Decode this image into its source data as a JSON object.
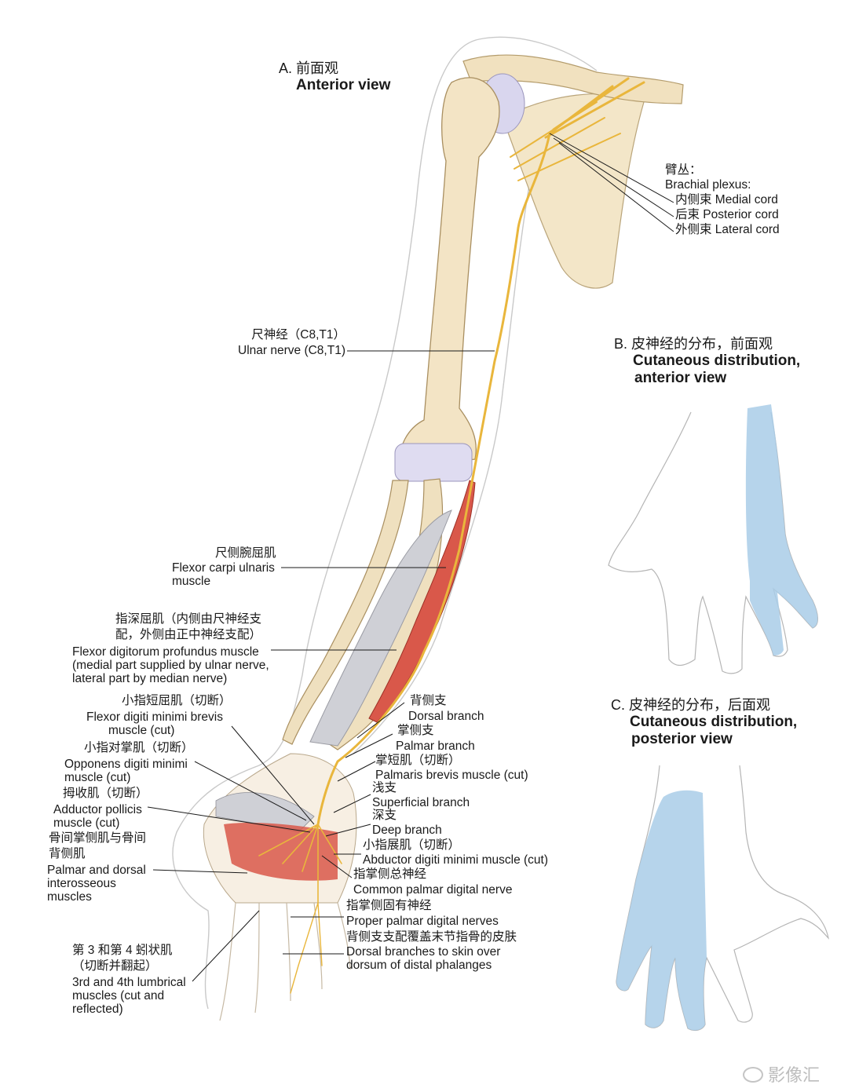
{
  "panel_a": {
    "title_zh": "A. 前面观",
    "title_en": "Anterior view"
  },
  "panel_b": {
    "title_zh": "B. 皮神经的分布，前面观",
    "title_en_1": "Cutaneous distribution,",
    "title_en_2": "anterior view"
  },
  "panel_c": {
    "title_zh": "C. 皮神经的分布，后面观",
    "title_en_1": "Cutaneous distribution,",
    "title_en_2": "posterior view"
  },
  "brachial": {
    "title_zh": "臂丛：",
    "title_en": "Brachial plexus:",
    "medial": "内侧束 Medial cord",
    "posterior": "后束 Posterior cord",
    "lateral": "外侧束 Lateral cord"
  },
  "ulnar": {
    "zh": "尺神经（C8,T1）",
    "en": "Ulnar nerve (C8,T1)"
  },
  "fcu": {
    "zh": "尺侧腕屈肌",
    "en1": "Flexor carpi ulnaris",
    "en2": "muscle"
  },
  "fdp": {
    "zh1": "指深屈肌（内侧由尺神经支",
    "zh2": "配，外侧由正中神经支配）",
    "en1": "Flexor digitorum profundus muscle",
    "en2": "(medial part supplied by ulnar nerve,",
    "en3": "lateral part by median nerve)"
  },
  "fdmb": {
    "zh": "小指短屈肌（切断）",
    "en1": "Flexor digiti minimi brevis",
    "en2": "muscle (cut)"
  },
  "odm": {
    "zh": "小指对掌肌（切断）",
    "en1": "Opponens digiti minimi",
    "en2": "muscle (cut)"
  },
  "ap": {
    "zh": "拇收肌（切断）",
    "en1": "Adductor pollicis",
    "en2": "muscle (cut)"
  },
  "interossei": {
    "zh1": "骨间掌侧肌与骨间",
    "zh2": "背侧肌",
    "en1": "Palmar and dorsal",
    "en2": "interosseous",
    "en3": "muscles"
  },
  "lumbrical": {
    "zh1": "第 3 和第 4 蚓状肌",
    "zh2": "（切断并翻起）",
    "en1": "3rd and 4th lumbrical",
    "en2": "muscles (cut and",
    "en3": "reflected)"
  },
  "dorsal_branch": {
    "zh": "背侧支",
    "en": "Dorsal branch"
  },
  "palmar_branch": {
    "zh": "掌侧支",
    "en": "Palmar branch"
  },
  "pb": {
    "zh": "掌短肌（切断）",
    "en": "Palmaris brevis muscle (cut)"
  },
  "superficial": {
    "zh": "浅支",
    "en": "Superficial branch"
  },
  "deep": {
    "zh": "深支",
    "en": "Deep branch"
  },
  "adm": {
    "zh": "小指展肌（切断）",
    "en": "Abductor digiti minimi muscle (cut)"
  },
  "cpdn": {
    "zh": "指掌侧总神经",
    "en": "Common palmar digital nerve"
  },
  "ppdn": {
    "zh": "指掌侧固有神经",
    "en": "Proper palmar digital nerves"
  },
  "dorsal_phal": {
    "zh": "背侧支支配覆盖末节指骨的皮肤",
    "en1": "Dorsal branches to skin over",
    "en2": "dorsum of distal phalanges"
  },
  "watermark": "影像汇",
  "colors": {
    "bone": "#f1e3c4",
    "nerve": "#e9b63c",
    "muscle": "#d9584a",
    "skin_zone": "#a9cde8",
    "cartilage": "#d9d6ee"
  }
}
